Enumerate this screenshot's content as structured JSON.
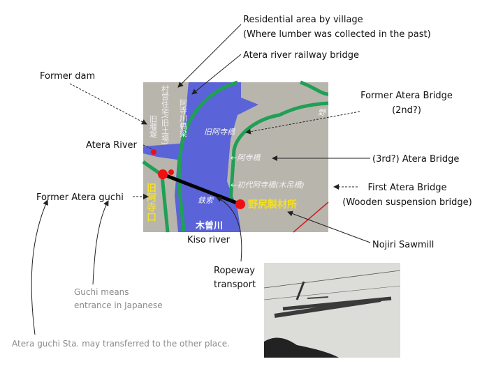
{
  "labels": {
    "residential_1": "Residential area by village",
    "residential_2": "(Where lumber was collected in the past)",
    "railway_bridge": "Atera river railway bridge",
    "former_dam": "Former dam",
    "former_bridge_1": "Former Atera Bridge",
    "former_bridge_2": "(2nd?)",
    "atera_river": "Atera River",
    "third_bridge": "(3rd?) Atera Bridge",
    "former_guchi": "Former Atera guchi",
    "first_bridge_1": "First Atera Bridge",
    "first_bridge_2": "(Wooden suspension bridge)",
    "kiso_river": "Kiso river",
    "sawmill": "Nojiri Sawmill",
    "ropeway_1": "Ropeway",
    "ropeway_2": "transport",
    "guchi_note_1": "Guchi means",
    "guchi_note_2": "entrance in Japanese",
    "station_note": "Atera guchi Sta. may transferred  to the other place."
  },
  "map": {
    "jp_residential": "村営住宅(旧土場)",
    "jp_railway_bridge": "阿寺川橋梁",
    "jp_dam": "旧堰堤",
    "jp_old_bridge": "旧阿寺橋",
    "jp_bridge": "←阿寺橋",
    "jp_first_bridge": "←初代阿寺橋(木吊橋)",
    "jp_cable": "鉄索",
    "jp_sawmill": "野尻製材所",
    "jp_guchi": "旧阿寺口",
    "jp_kiso": "木曽川",
    "jp_edge": "野"
  },
  "colors": {
    "river": "#5a63d8",
    "land": "#b8b5ad",
    "road": "#1fa055",
    "marker": "#ee1111",
    "highlight": "#f5e020"
  }
}
